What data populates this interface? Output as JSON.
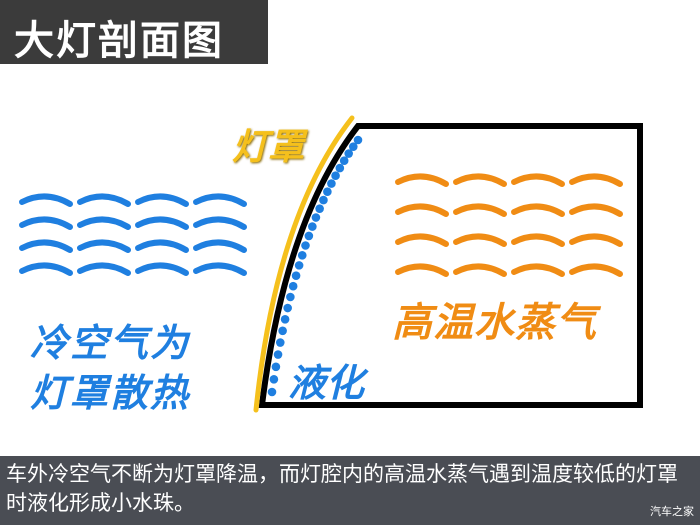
{
  "title": "大灯剖面图",
  "labels": {
    "lens": "灯罩",
    "cold_air_line1": "冷空气为",
    "cold_air_line2": "灯罩散热",
    "liquefy": "液化",
    "vapor": "高温水蒸气"
  },
  "caption": "车外冷空气不断为灯罩降温，而灯腔内的高温水蒸气遇到温度较低的灯罩时液化形成小水珠。",
  "watermark": "汽车之家",
  "colors": {
    "cold": "#1f7fe0",
    "hot": "#f08c14",
    "lens": "#f5c01c",
    "housing": "#000000"
  }
}
